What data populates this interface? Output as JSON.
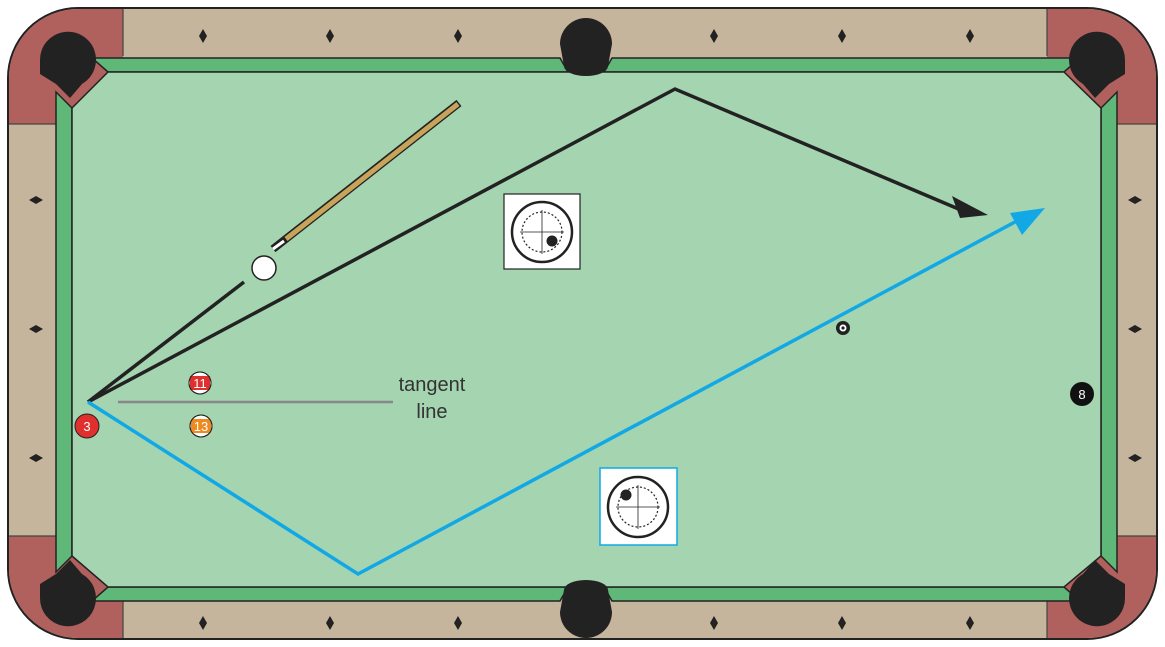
{
  "colors": {
    "felt": "#a4d4b0",
    "cushion": "#5fb878",
    "rail_wood": "#c4b59c",
    "corner_wood": "#b0605d",
    "pocket": "#222222",
    "cue_path": "#222222",
    "object_path": "#12a8e6",
    "tangent": "#888888",
    "cue_stick": "#c8a45a"
  },
  "annotation": {
    "line1": "tangent",
    "line2": "line"
  },
  "balls": [
    {
      "number": "3",
      "color": "#e0302e",
      "style": "solid"
    },
    {
      "number": "11",
      "color": "#e0302e",
      "style": "stripe"
    },
    {
      "number": "13",
      "color": "#ef8a1f",
      "style": "stripe"
    },
    {
      "number": "8",
      "color": "#111111",
      "style": "solid"
    }
  ],
  "icons": {
    "cue_ball": "cue-ball-icon",
    "cue_stick": "cue-stick-icon",
    "target": "target-marker-icon",
    "spin_top": "spin-diagram-icon",
    "spin_bottom": "spin-diagram-icon"
  }
}
